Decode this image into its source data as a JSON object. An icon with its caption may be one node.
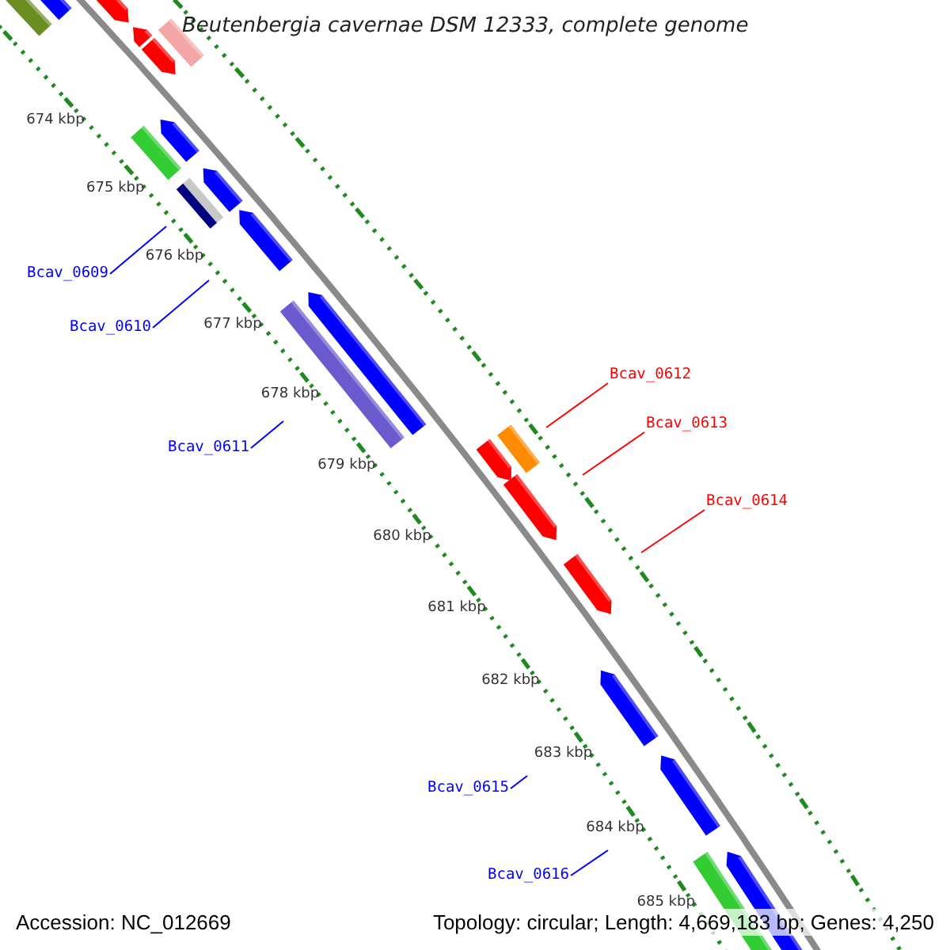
{
  "diagram": {
    "title": "Beutenbergia cavernae DSM 12333, complete genome",
    "nodes": [
      {
        "text": [
          "Bcav_0609"
        ]
      },
      {
        "text": [
          "Bcav_0610"
        ]
      },
      {
        "text": [
          "Bcav_0611"
        ]
      },
      {
        "text": [
          "Bcav_0612"
        ]
      },
      {
        "text": [
          "Bcav_0613"
        ]
      },
      {
        "text": [
          "Bcav_0614"
        ]
      },
      {
        "text": [
          "Bcav_0615"
        ]
      },
      {
        "text": [
          "Bcav_0616"
        ]
      }
    ],
    "edges": [
      {
        "from": 0,
        "to": null,
        "arrow": "none"
      },
      {
        "from": 1,
        "to": null,
        "arrow": "none"
      },
      {
        "from": 2,
        "to": null,
        "arrow": "none"
      },
      {
        "from": 3,
        "to": null,
        "arrow": "none",
        "color": "#ff0000"
      },
      {
        "from": 4,
        "to": null,
        "arrow": "none",
        "color": "#ff0000"
      },
      {
        "from": 5,
        "to": null,
        "arrow": "none",
        "color": "#ff0000"
      },
      {
        "from": 6,
        "to": null,
        "arrow": "none"
      },
      {
        "from": 7,
        "to": null,
        "arrow": "none"
      }
    ],
    "labels": [
      "674 kbp",
      "675 kbp",
      "676 kbp",
      "677 kbp",
      "678 kbp",
      "679 kbp",
      "680 kbp",
      "681 kbp",
      "682 kbp",
      "683 kbp",
      "684 kbp",
      "685 kbp",
      "Accession: NC_012669",
      "Topology: circular; Length: 4,669,183 bp; Genes: 4,250"
    ]
  }
}
